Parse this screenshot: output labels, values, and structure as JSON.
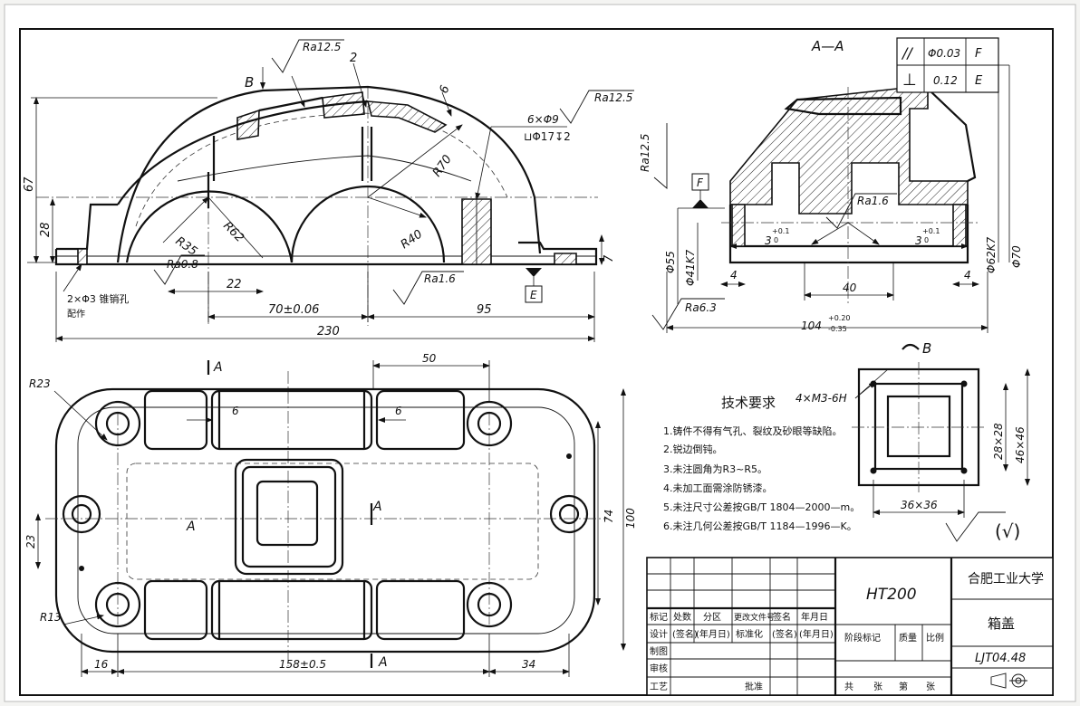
{
  "section_label": "A—A",
  "view_arrow_label": "B",
  "view_b_label": "B",
  "cut_labels": [
    "A",
    "A",
    "A",
    "A"
  ],
  "tolerance_frame": [
    {
      "symbol": "//",
      "value": "Φ0.03",
      "datum": "F"
    },
    {
      "symbol": "⊥",
      "value": "0.12",
      "datum": "E"
    }
  ],
  "datum_labels": [
    "F",
    "E"
  ],
  "roughness": {
    "top_left": "Ra12.5",
    "top_right": "Ra12.5",
    "side_left": "Ra12.5",
    "pin": "Ra0.8",
    "base": "Ra1.6",
    "section": "Ra1.6",
    "bottom": "Ra6.3"
  },
  "front_dims": {
    "h67": "67",
    "h28": "28",
    "r35": "R35",
    "r62": "R62",
    "r40": "R40",
    "r70": "R70",
    "d22": "22",
    "d70": "70±0.06",
    "d95": "95",
    "d230": "230",
    "d7": "7",
    "d6": "6",
    "d2": "2",
    "holes": "6×Φ9",
    "cbore": "⊔Φ17↧2",
    "pins": "2×Φ3 锥销孔",
    "pins_note": "配作"
  },
  "section_dims": {
    "d55": "Φ55",
    "d41": "Φ41K7",
    "d62": "Φ62K7",
    "d70": "Φ70",
    "d40": "40",
    "d4a": "4",
    "d4b": "4",
    "d3a": "3",
    "d3a_tol": "+0.1",
    "d3a_tol2": "0",
    "d3b": "3",
    "d3b_tol": "+0.1",
    "d3b_tol2": "0",
    "d104": "104",
    "d104_up": "+0.20",
    "d104_dn": "-0.35"
  },
  "top_dims": {
    "r23": "R23",
    "r13": "R13",
    "d6a": "6",
    "d6b": "6",
    "d50": "50",
    "d74": "74",
    "d100": "100",
    "d23": "23",
    "d16": "16",
    "d158": "158±0.5",
    "d34": "34"
  },
  "view_b_dims": {
    "thread": "4×M3-6H",
    "sq28": "28×28",
    "sq46": "46×46",
    "sq36": "36×36"
  },
  "tech_req": {
    "title": "技术要求",
    "items": [
      "1.铸件不得有气孔、裂纹及砂眼等缺陷。",
      "2.锐边倒钝。",
      "3.未注圆角为R3~R5。",
      "4.未加工面需涂防锈漆。",
      "5.未注尺寸公差按GB/T 1804—2000—m。",
      "6.未注几何公差按GB/T 1184—1996—K。"
    ]
  },
  "title_block": {
    "material": "HT200",
    "school": "合肥工业大学",
    "part_name": "箱盖",
    "drawing_no": "LJT04.48",
    "header": [
      "标记",
      "处数",
      "分区",
      "更改文件号",
      "签名",
      "年月日"
    ],
    "row_design": [
      "设计",
      "(签名)",
      "(年月日)",
      "标准化",
      "(签名)",
      "(年月日)"
    ],
    "stage": "阶段标记",
    "mass": "质量",
    "scale": "比例",
    "rows_left": [
      "制图",
      "审核",
      "工艺"
    ],
    "approve": "批准",
    "sheets": [
      "共",
      "张",
      "第",
      "张"
    ]
  }
}
